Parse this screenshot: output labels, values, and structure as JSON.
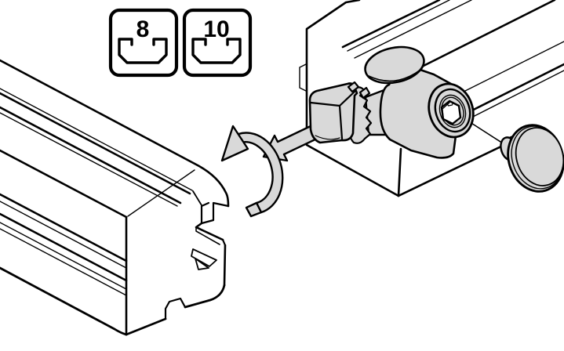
{
  "figure": {
    "kind": "technical-assembly-illustration",
    "subject": "T-slot profile central fastener exploded view"
  },
  "colors": {
    "part_fill": "#d9d9d9",
    "outline": "#000000",
    "background": "#ffffff",
    "face_fill": "#ffffff"
  },
  "badges": {
    "items": [
      {
        "label": "8",
        "icon": "t-slot-profile-icon"
      },
      {
        "label": "10",
        "icon": "t-slot-profile-icon"
      }
    ]
  },
  "illustration": {
    "parts": [
      {
        "name": "left-profile-bar"
      },
      {
        "name": "right-profile-bar"
      },
      {
        "name": "t-nut-hammer-head"
      },
      {
        "name": "serrated-collar"
      },
      {
        "name": "connector-body"
      },
      {
        "name": "hex-socket"
      },
      {
        "name": "cover-cap"
      },
      {
        "name": "rotation-arrow"
      },
      {
        "name": "insertion-arrow"
      }
    ]
  }
}
